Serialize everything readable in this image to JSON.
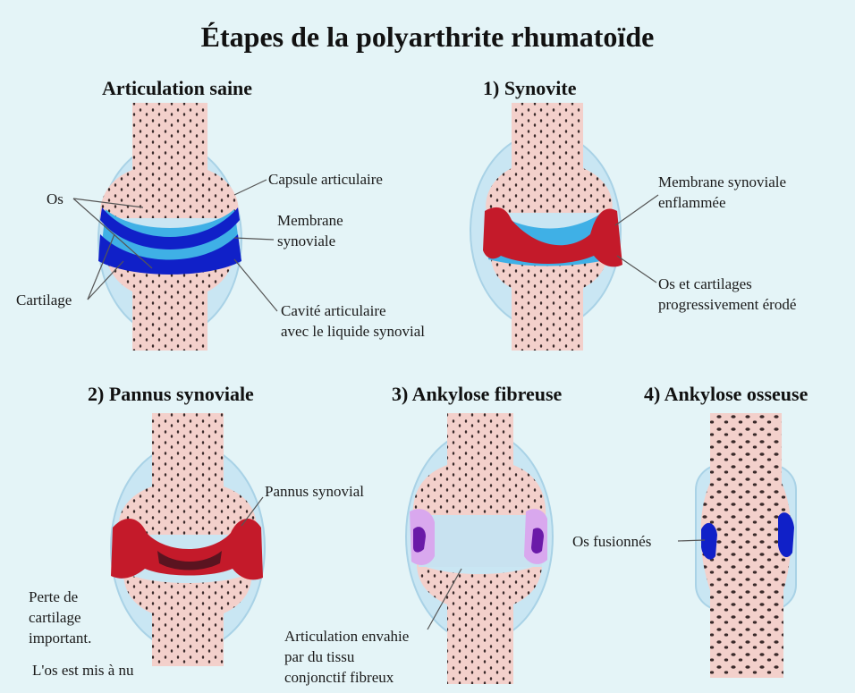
{
  "title": "Étapes de la polyarthrite rhumatoïde",
  "stages": [
    {
      "heading": "Articulation saine",
      "labels": {
        "os": "Os",
        "capsule": "Capsule articulaire",
        "membrane": [
          "Membrane",
          "synoviale"
        ],
        "cartilage": "Cartilage",
        "cavity": [
          "Cavité articulaire",
          "avec le liquide synovial"
        ]
      }
    },
    {
      "heading": "1) Synovite",
      "labels": {
        "membrane": [
          "Membrane synoviale",
          "enflammée"
        ],
        "erosion": [
          "Os et cartilages",
          "progressivement érodé"
        ]
      }
    },
    {
      "heading": "2) Pannus synoviale",
      "labels": {
        "pannus": "Pannus synovial",
        "cartilage_loss": [
          "Perte de",
          "cartilage",
          "important."
        ],
        "bone_exposed": "L'os est mis à nu"
      }
    },
    {
      "heading": "3) Ankylose fibreuse",
      "labels": {
        "fibrous": [
          "Articulation envahie",
          "par du tissu",
          "conjonctif fibreux"
        ]
      }
    },
    {
      "heading": "4) Ankylose osseuse",
      "labels": {
        "fused": "Os fusionnés"
      }
    }
  ],
  "colors": {
    "background": "#e4f4f7",
    "bone": "#f3d0cb",
    "capsule": "#c9e6f3",
    "synovial_fluid": "#3fb0e6",
    "cartilage_healthy": "#1020c8",
    "inflamed": "#c41a2a",
    "fibrous_tissue": "#c8e2f0",
    "fibrous_purple": "#6a1aa8"
  }
}
